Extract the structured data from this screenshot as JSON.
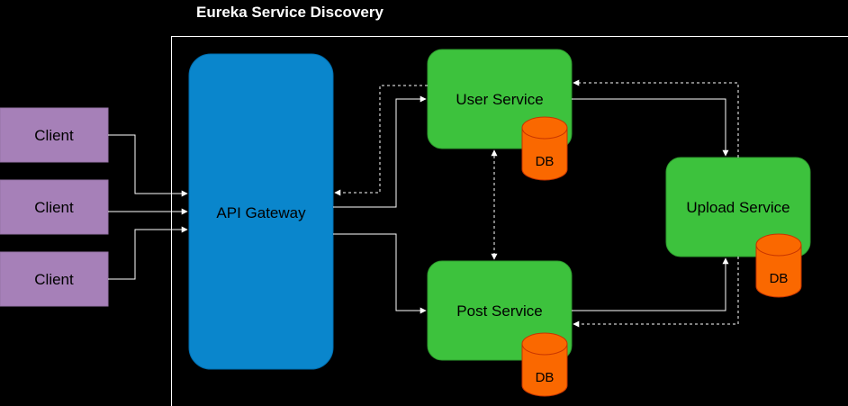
{
  "diagram": {
    "title": "Eureka Service Discovery",
    "colors": {
      "background": "#000000",
      "client_fill": "#a680b8",
      "client_stroke": "#9673a6",
      "gateway_fill": "#0a86cc",
      "gateway_stroke": "#006eaf",
      "service_fill": "#3dc23d",
      "service_stroke": "#2e9e2e",
      "db_fill": "#fa6800",
      "db_stroke": "#c73500",
      "line": "#ffffff"
    },
    "clients": [
      {
        "label": "Client"
      },
      {
        "label": "Client"
      },
      {
        "label": "Client"
      }
    ],
    "gateway": {
      "label": "API Gateway"
    },
    "services": {
      "user": {
        "label": "User Service",
        "db": "DB"
      },
      "post": {
        "label": "Post Service",
        "db": "DB"
      },
      "upload": {
        "label": "Upload Service",
        "db": "DB"
      }
    }
  }
}
